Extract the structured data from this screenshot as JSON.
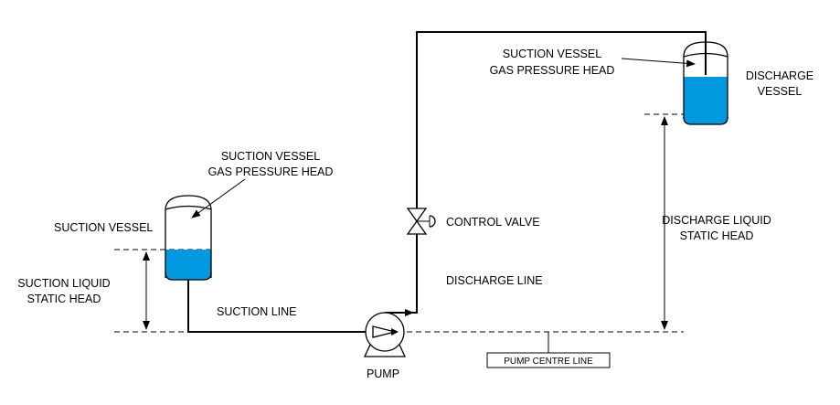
{
  "labels": {
    "suction_vessel_gas_head_line1": "SUCTION VESSEL",
    "suction_vessel_gas_head_line2": "GAS PRESSURE HEAD",
    "suction_vessel": "SUCTION VESSEL",
    "suction_static_head_line1": "SUCTION LIQUID",
    "suction_static_head_line2": "STATIC HEAD",
    "suction_line": "SUCTION LINE",
    "pump": "PUMP",
    "control_valve": "CONTROL VALVE",
    "discharge_line": "DISCHARGE LINE",
    "discharge_vessel_gas_head_line1": "SUCTION VESSEL",
    "discharge_vessel_gas_head_line2": "GAS PRESSURE HEAD",
    "discharge_vessel_line1": "DISCHARGE",
    "discharge_vessel_line2": "VESSEL",
    "discharge_static_head_line1": "DISCHARGE LIQUID",
    "discharge_static_head_line2": "STATIC HEAD",
    "pump_centre_line": "PUMP CENTRE LINE"
  },
  "colors": {
    "liquid": "#0099e0",
    "line": "#000000",
    "background": "#ffffff"
  }
}
